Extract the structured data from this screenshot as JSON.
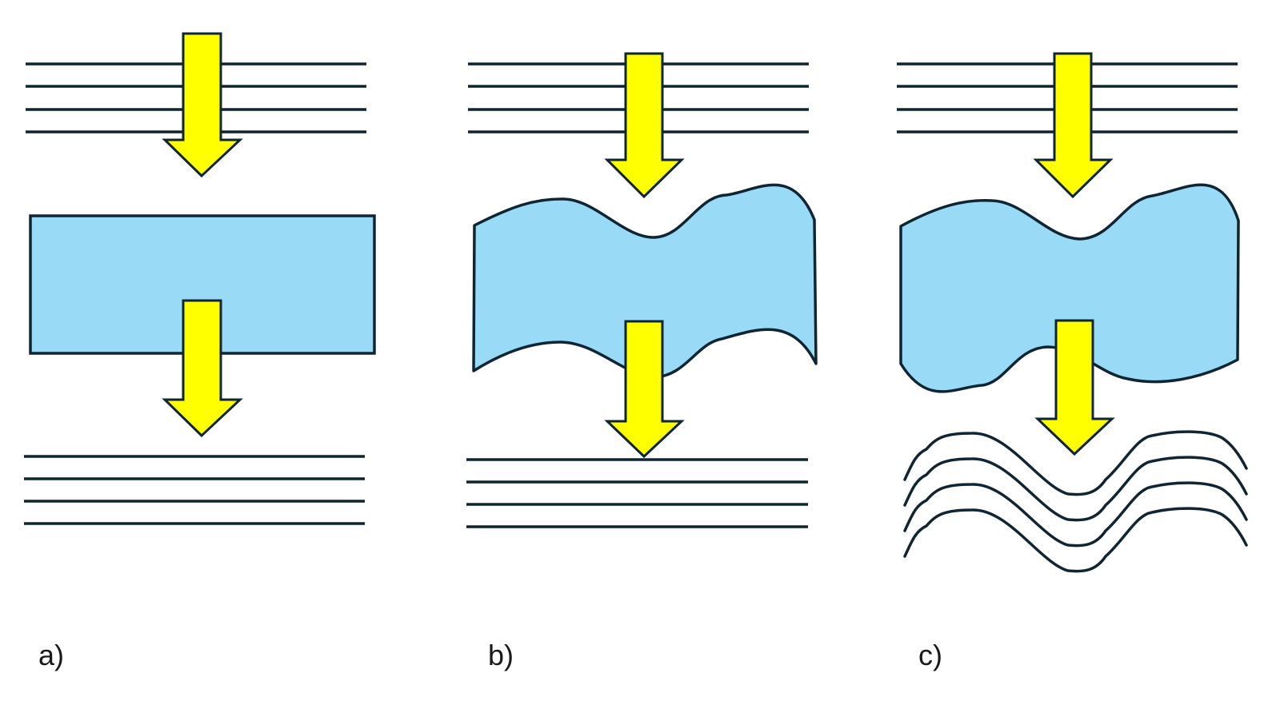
{
  "colors": {
    "stroke": "#0f2533",
    "block_fill": "#99dbf6",
    "arrow_fill": "#ffff00",
    "background": "#ffffff"
  },
  "panels": [
    {
      "label": "a)",
      "block_shape": "flat-rectangle",
      "output_lines": "straight"
    },
    {
      "label": "b)",
      "block_shape": "wavy-top-wavy-bottom",
      "output_lines": "straight"
    },
    {
      "label": "c)",
      "block_shape": "wavy-top-wavy-bottom-mirrored",
      "output_lines": "wavy"
    }
  ]
}
